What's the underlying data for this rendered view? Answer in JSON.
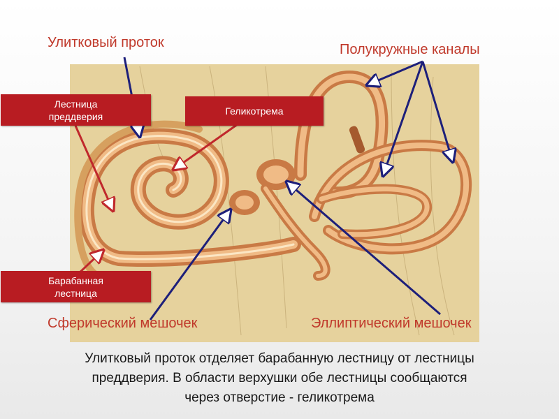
{
  "labels": {
    "cochlear_duct": "Улитковый проток",
    "semicircular_canals": "Полукружные каналы",
    "scala_vestibuli": [
      "Лестница",
      "преддверия"
    ],
    "helicotrema": "Геликотрема",
    "scala_tympani": [
      "Барабанная",
      "лестница"
    ],
    "saccule": "Сферический мешочек",
    "utricle": "Эллиптический мешочек"
  },
  "caption": [
    "Улитковый проток отделяет барабанную лестницу от лестницы",
    "преддверия. В области верхушки обе лестницы сообщаются",
    "через отверстие - геликотрема"
  ],
  "colors": {
    "label_red": "#c0392b",
    "box_red": "#b81c22",
    "arrow_navy": "#1d1f7a",
    "arrow_red": "#c0282c",
    "bone_bg": "#e9d49a",
    "duct_orange": "#d9864c"
  }
}
